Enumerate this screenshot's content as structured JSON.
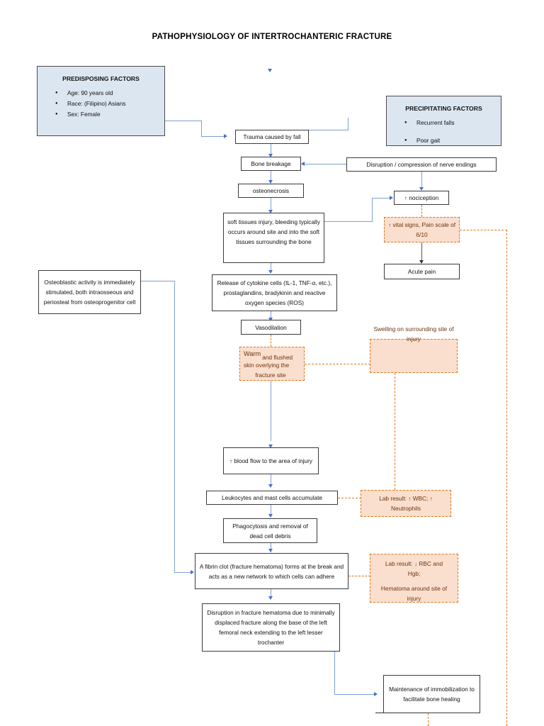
{
  "title": "PATHOPHYSIOLOGY OF INTERTROCHANTERIC FRACTURE",
  "panels": {
    "predisposing": {
      "heading": "PREDISPOSING FACTORS",
      "items": [
        "Age: 90 years old",
        "Race: (Filipino) Asians",
        "Sex: Female"
      ]
    },
    "precipitating": {
      "heading": "PRECIPITATING FACTORS",
      "items": [
        "Recurrent falls",
        "Poor gait"
      ]
    }
  },
  "nodes": {
    "trauma": "Trauma caused by fall",
    "nerve_disruption": "Disruption / compression of nerve endings",
    "bone_breakage": "Bone breakage",
    "osteonecrosis": "osteonecrosis",
    "nociception": "↑ nociception",
    "vital_signs": "↑ vital signs, Pain scale of 6/10",
    "acute_pain": "Acute pain",
    "soft_tissue": "soft tissues injury, bleeding typically occurs around site and into the soft tissues surrounding the bone",
    "osteoblastic": "Osteoblastic activity is immediately stimulated, both intraosseous and periosteal from osteoprogenitor cell",
    "cytokine": "Release of cytokine cells (IL-1, TNF-α, etc.), prostaglandins, bradykinin and reactive oxygen species (ROS)",
    "vasodilation": "Vasodilation",
    "warm_skin_a": "Warm",
    "warm_skin_b": "and flushed",
    "warm_skin_c": "skin overlying the",
    "warm_skin_d": "fracture site",
    "swelling": "Swelling on surrounding site of injury",
    "blood_flow": "↑ blood flow to the area of injury",
    "leukocytes": "Leukocytes and mast cells accumulate",
    "lab_wbc": "Lab result: ↑ WBC; ↑ Neutrophils",
    "phagocytosis": "Phagocytosis and removal of dead cell debris",
    "fibrin_clot": "A fibrin clot (fracture hematoma) forms at the break and acts as a new network to which cells can adhere",
    "lab_rbc_line1": "Lab result: ↓ RBC and",
    "lab_rbc_line2": "Hgb;",
    "lab_rbc_line3": "Hematoma around site of",
    "lab_rbc_line4": "injury",
    "hematoma_disruption": "Disruption in fracture hematoma due to minimally displaced fracture along the base of the left femoral neck extending to the left lesser trochanter",
    "immobilization": "Maintenance of immobilization to facilitate bone healing"
  },
  "colors": {
    "panel_fill": "#dce6f1",
    "peach_fill": "#fadfce",
    "orange_stroke": "#e2761b",
    "arrow_blue": "#4472c4",
    "box_stroke": "#3a3a3a"
  }
}
